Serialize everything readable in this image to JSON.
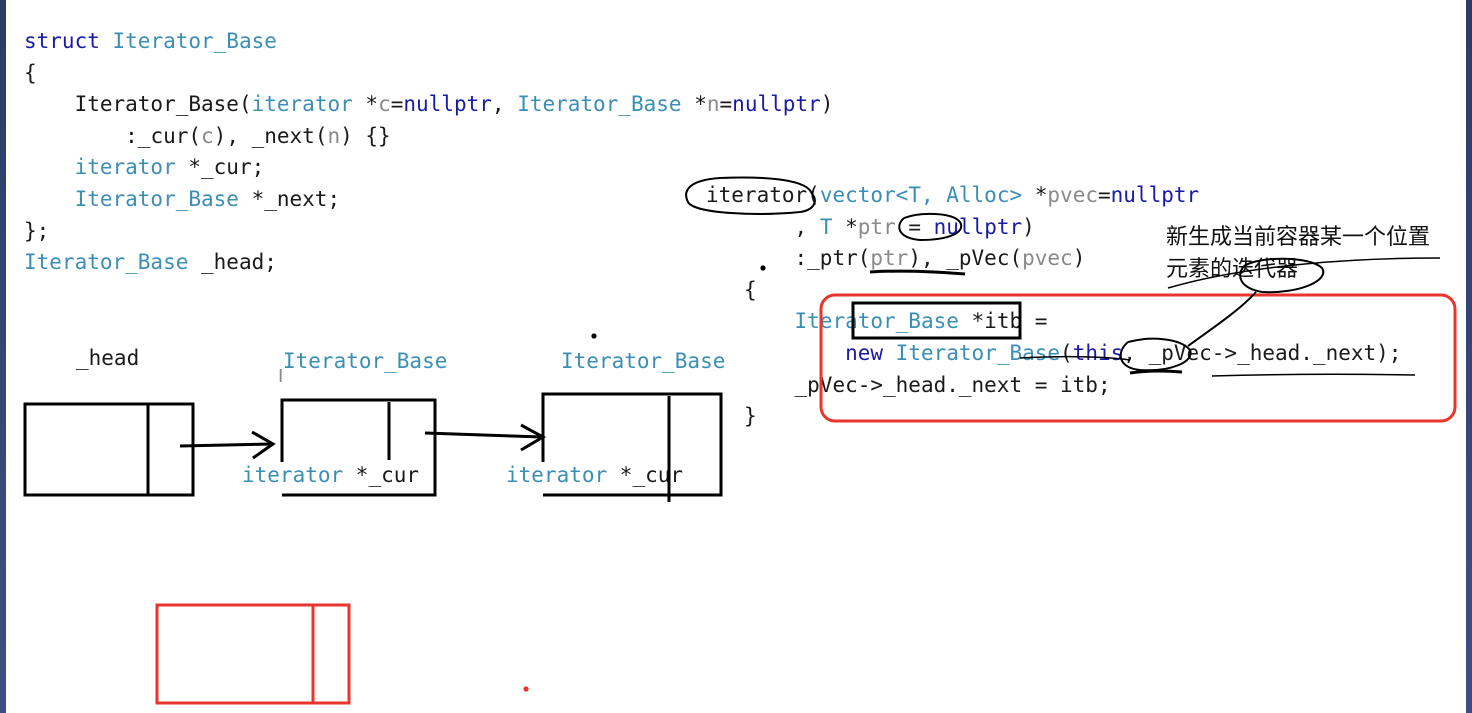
{
  "struct_code": {
    "l1_kw": "struct",
    "l1_name": "Iterator_Base",
    "l2": "{",
    "l3_ctor": "Iterator_Base",
    "l3_open": "(",
    "l3_t1": "iterator",
    "l3_star1": " *",
    "l3_p1": "c",
    "l3_eq1": "=",
    "l3_null1": "nullptr",
    "l3_comma": ", ",
    "l3_t2": "Iterator_Base",
    "l3_star2": " *",
    "l3_p2": "n",
    "l3_eq2": "=",
    "l3_null2": "nullptr",
    "l3_close": ")",
    "l4_a": ":_cur(",
    "l4_c": "c",
    "l4_b": "), _next(",
    "l4_n": "n",
    "l4_d": ") {}",
    "l5_t": "iterator",
    "l5_v": " *_cur;",
    "l6_t": "Iterator_Base",
    "l6_v": " *_next;",
    "l7": "};",
    "l8_t": "Iterator_Base",
    "l8_v": " _head;"
  },
  "iterator_code": {
    "l1_name": "iterator",
    "l1_open": "(",
    "l1_t": "vector<T, Alloc>",
    "l1_star": " *",
    "l1_p": "pvec",
    "l1_eq": "=",
    "l1_null": "nullptr",
    "l2_comma": ", ",
    "l2_t": "T",
    "l2_star": " *",
    "l2_p": "ptr",
    "l2_eq": " = ",
    "l2_null": "nullptr",
    "l2_close": ")",
    "l3_a": ":_ptr(",
    "l3_p": "ptr",
    "l3_b": "), _pVec(",
    "l3_q": "pvec",
    "l3_c": ")",
    "l4": "{",
    "l5_t": "Iterator_Base",
    "l5_v": " *itb =",
    "l6_kw": "new",
    "l6_t": "Iterator_Base",
    "l6_open": "(",
    "l6_this": "this",
    "l6_rest": ", _pVec->_head._next);",
    "l7": "_pVec->_head._next = itb;",
    "l8": "}"
  },
  "annotation": {
    "line1": "新生成当前容器某一个位置",
    "line2": "元素的迭代器"
  },
  "diagram": {
    "head_label": "_head",
    "node1_title": "Iterator_Base",
    "node1_field": "iterator *_cur",
    "node2_title": "Iterator_Base",
    "node2_field": "iterator *_cur",
    "text_cursor": "I"
  },
  "colors": {
    "keyword": "#1a1aa8",
    "type": "#3b8fb5",
    "param": "#8a8a8a",
    "highlight_red": "#e8362e",
    "frame": "#2c3c68"
  }
}
